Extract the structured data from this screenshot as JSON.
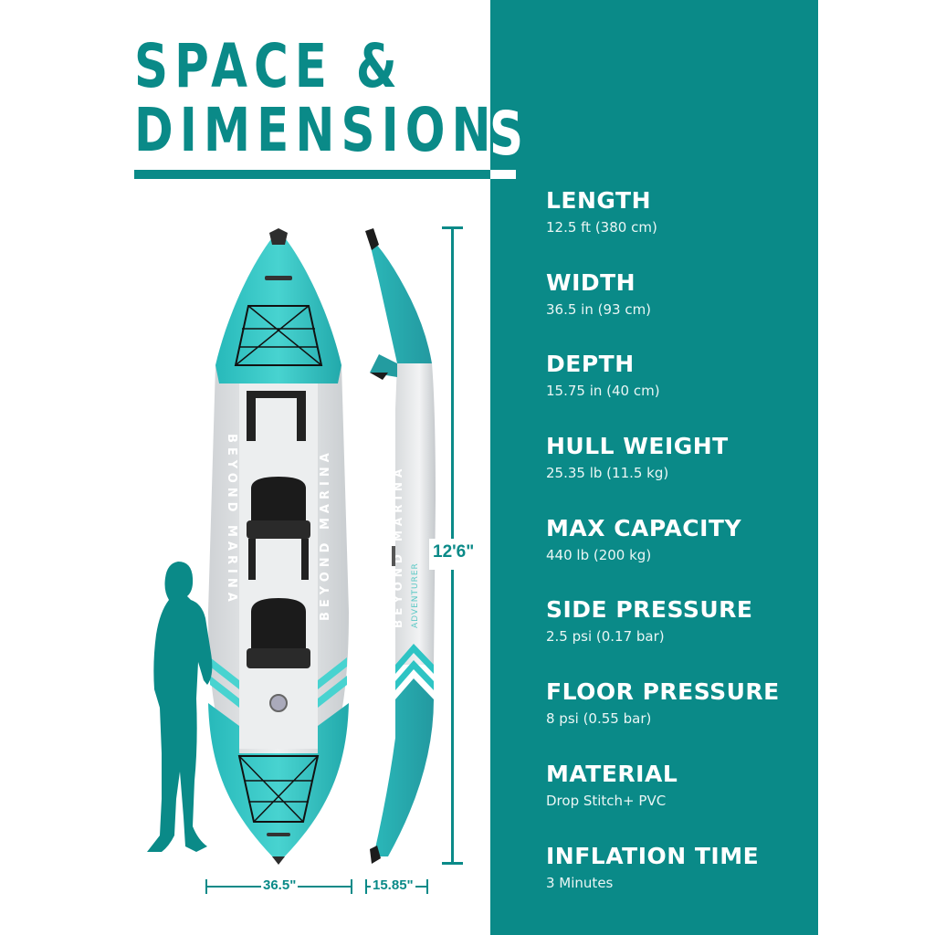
{
  "header": {
    "title_line1": "SPACE &",
    "title_line2": "DIMENSIONS",
    "title_line2_main": "DIMENSION",
    "title_line2_last": "S"
  },
  "colors": {
    "brand_teal": "#0a8a88",
    "kayak_aqua": "#2ec4c4",
    "kayak_gray": "#e4e6e8",
    "background": "#ffffff"
  },
  "kayak": {
    "brand_text": "BEYOND MARINA",
    "model_text": "ADVENTURER"
  },
  "dimensions": {
    "length_label": "12'6\"",
    "width_label": "36.5\"",
    "depth_label": "15.85\""
  },
  "specs": [
    {
      "label": "LENGTH",
      "value": "12.5 ft (380 cm)"
    },
    {
      "label": "WIDTH",
      "value": "36.5 in (93 cm)"
    },
    {
      "label": "DEPTH",
      "value": "15.75 in (40 cm)"
    },
    {
      "label": "HULL WEIGHT",
      "value": "25.35 lb (11.5 kg)"
    },
    {
      "label": "MAX CAPACITY",
      "value": "440 lb (200 kg)"
    },
    {
      "label": "SIDE PRESSURE",
      "value": "2.5 psi (0.17 bar)"
    },
    {
      "label": "FLOOR PRESSURE",
      "value": "8 psi (0.55 bar)"
    },
    {
      "label": "MATERIAL",
      "value": "Drop Stitch+ PVC"
    },
    {
      "label": "INFLATION TIME",
      "value": "3 Minutes"
    }
  ]
}
